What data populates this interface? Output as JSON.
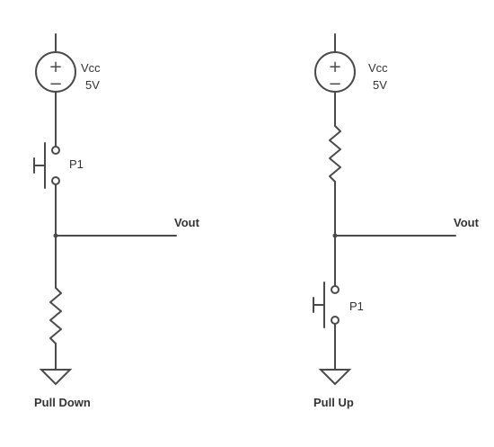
{
  "circuits": [
    {
      "id": "pull-down",
      "caption": "Pull Down",
      "source_name": "Vcc",
      "source_value": "5V",
      "switch_label": "P1",
      "output_label": "Vout"
    },
    {
      "id": "pull-up",
      "caption": "Pull Up",
      "source_name": "Vcc",
      "source_value": "5V",
      "switch_label": "P1",
      "output_label": "Vout"
    }
  ],
  "symbols": {
    "plus": "+",
    "minus": "−"
  },
  "colors": {
    "wire": "#4a4a4a",
    "text": "#333333",
    "background": "#ffffff"
  }
}
